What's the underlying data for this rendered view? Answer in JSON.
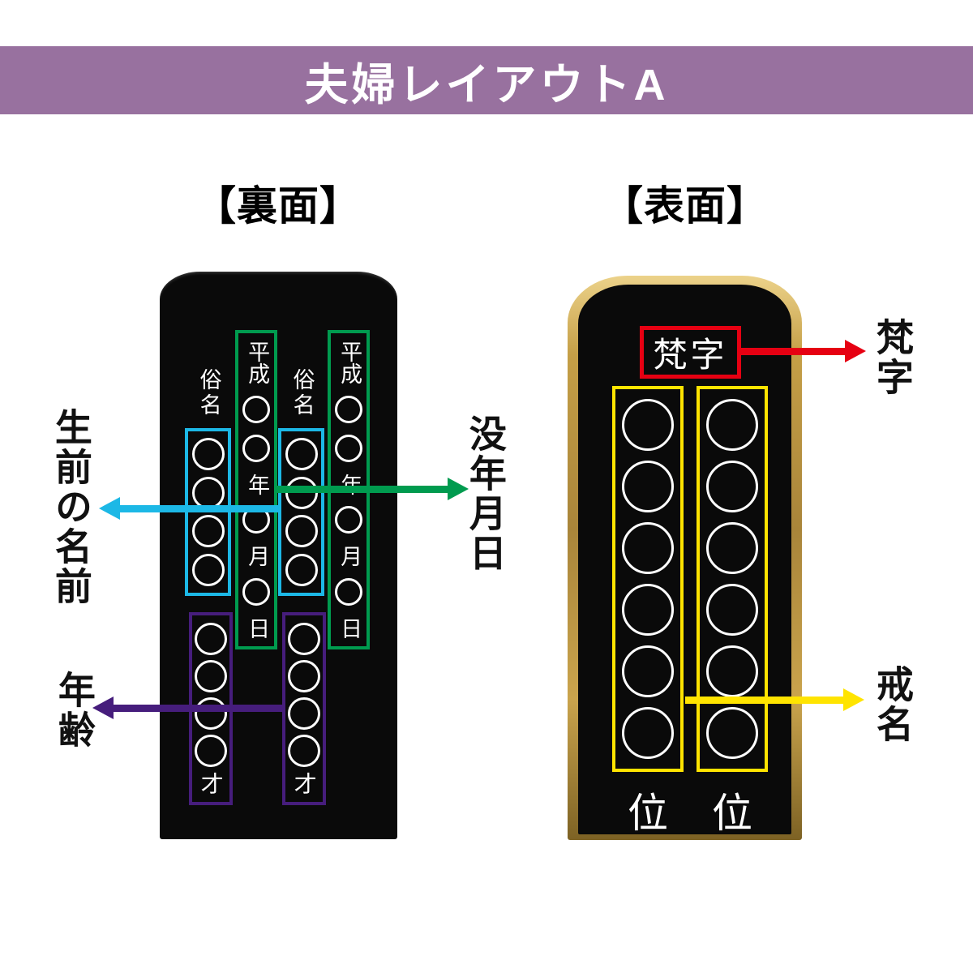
{
  "header": {
    "title": "夫婦レイアウトA"
  },
  "back": {
    "title": "【裏面】",
    "zokumyo": "俗名",
    "era": "平成",
    "year": "年",
    "month": "月",
    "day": "日",
    "age_suffix": "才",
    "label_name": "生前の名前",
    "label_death_date": "没年月日",
    "label_age": "年齢"
  },
  "front": {
    "title": "【表面】",
    "bonji": "梵字",
    "kurai": "位",
    "label_bonji": "梵字",
    "label_kaimyo": "戒名"
  },
  "colors": {
    "banner": "#98719f",
    "cyan": "#1cb8e6",
    "green": "#009b4f",
    "purple": "#461d7c",
    "red": "#e60012",
    "yellow": "#ffe400",
    "gold": "#c09a45",
    "tablet": "#0a0a0a"
  }
}
